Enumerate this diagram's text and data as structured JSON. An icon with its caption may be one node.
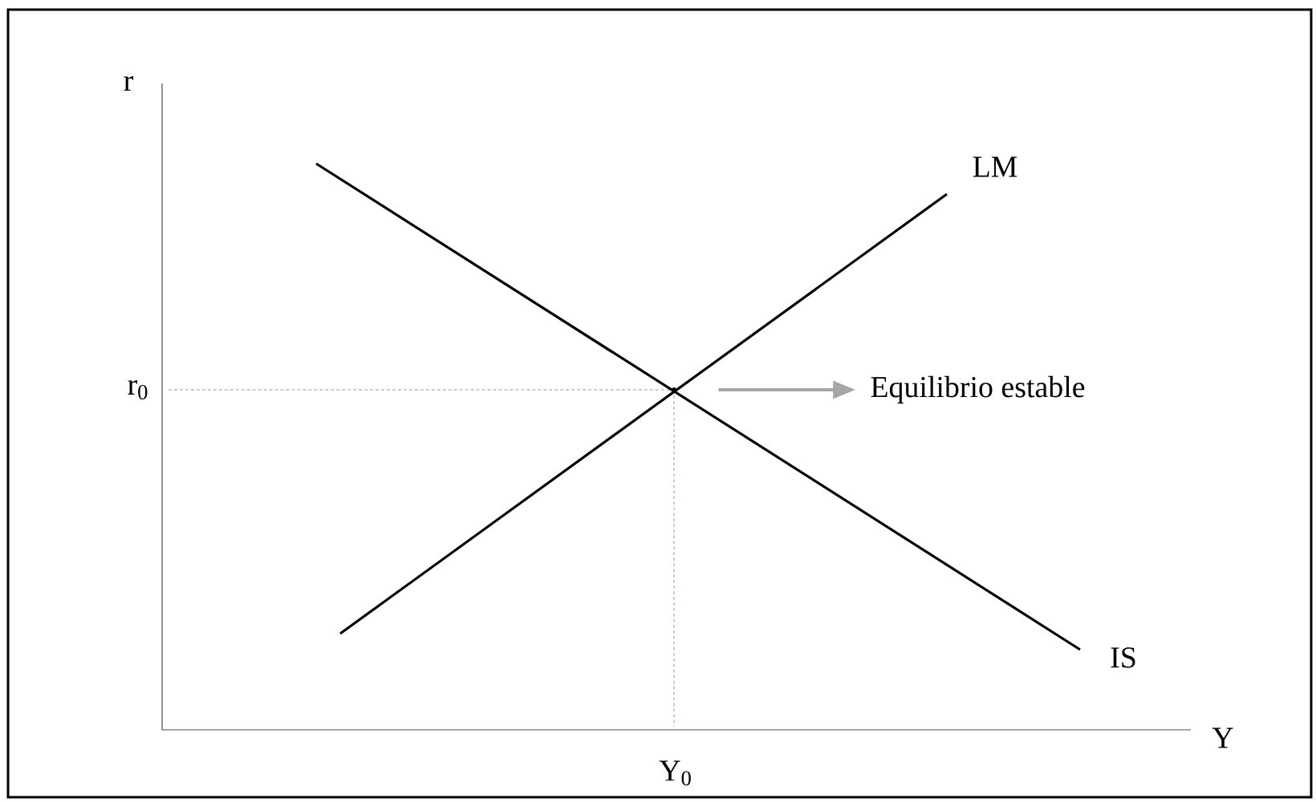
{
  "diagram": {
    "nodes": [
      {
        "text": [
          "Equilibrio estable"
        ]
      },
      {
        "text": [],
        "shape": "point"
      }
    ],
    "edges": [
      {
        "from": 1,
        "to": 0,
        "arrow": "to"
      }
    ],
    "labels": [
      "r",
      "LM",
      "r$_{0}$",
      "IS",
      "Y",
      "Y$_{0}$"
    ]
  }
}
